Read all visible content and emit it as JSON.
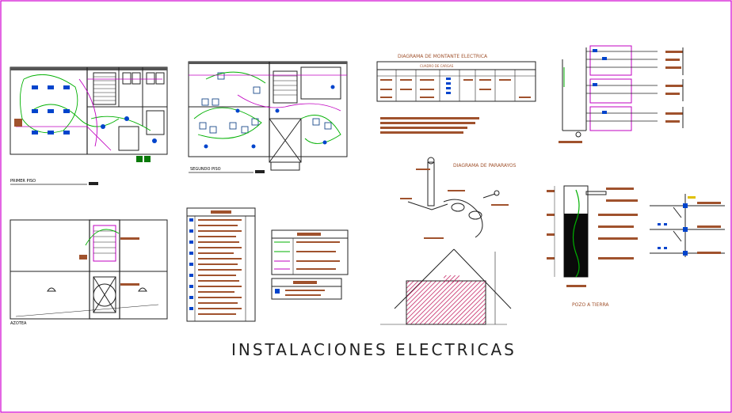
{
  "title": "INSTALACIONES ELECTRICAS",
  "plans": {
    "primer_piso": "PRIMER PISO",
    "segundo_piso": "SEGUNDO PISO",
    "azotea": "AZOTEA"
  },
  "diagrams": {
    "montante": "DIAGRAMA DE MONTANTE ELECTRICA",
    "cuadro_cargas": "CUADRO DE CARGAS",
    "pararayos": "DIAGRAMA DE PARARAYOS",
    "pozo_tierra": "POZO A TIERRA"
  },
  "colors": {
    "walls": "#222222",
    "circuit": "#c000c0",
    "wiring": "#00b000",
    "fixture": "#0044cc",
    "annotation": "#a0522d",
    "border": "#d000d0"
  }
}
